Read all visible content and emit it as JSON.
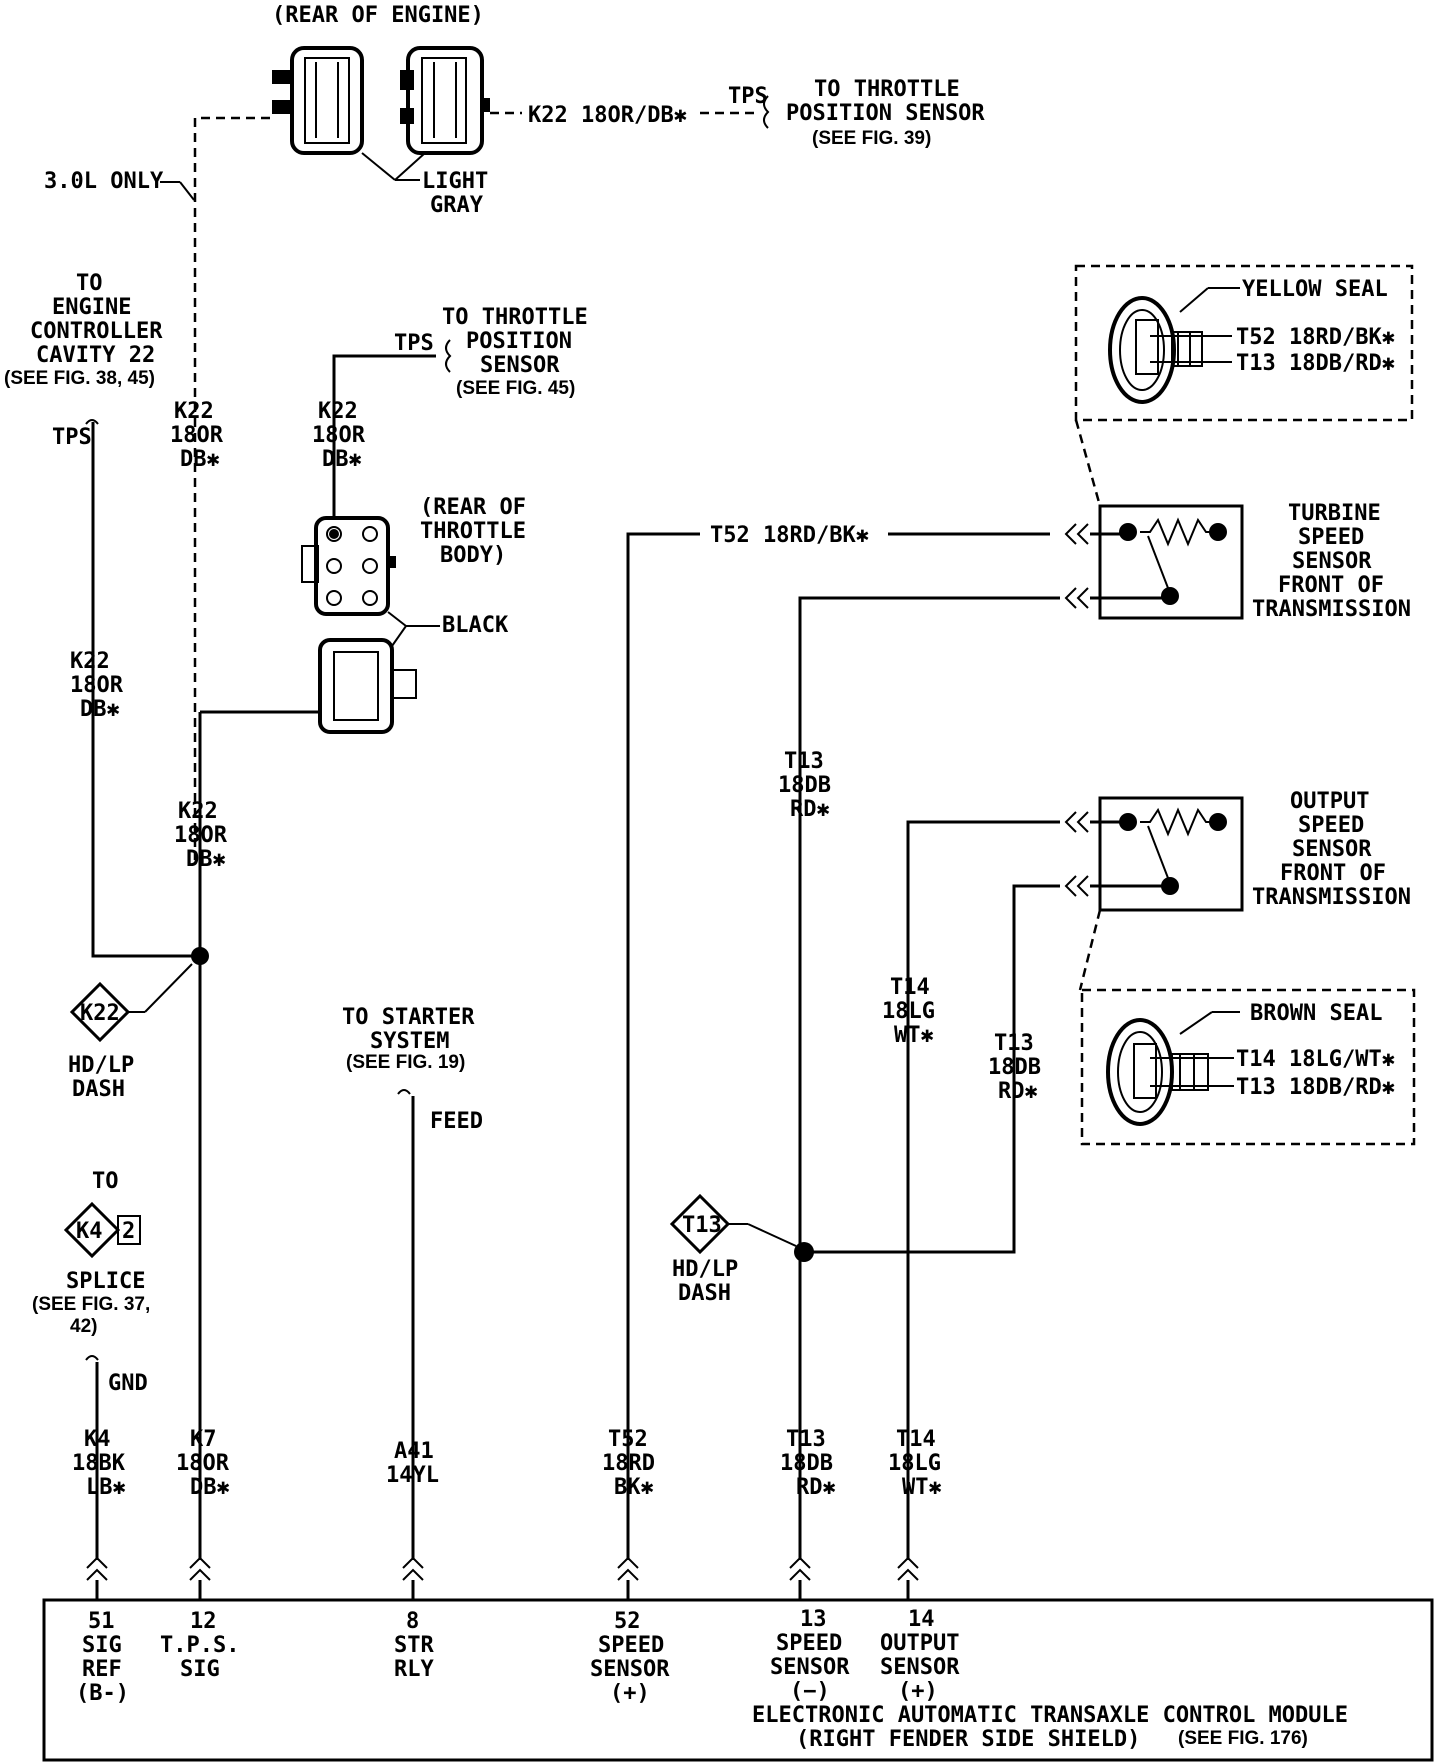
{
  "labels": {
    "rear_of_engine": "(REAR OF ENGINE)",
    "k22_top": "K22  18OR/DB✱",
    "tps_top": "TPS",
    "throttle_top_1": "TO THROTTLE",
    "throttle_top_2": "POSITION SENSOR",
    "throttle_top_3": "(SEE FIG. 39)",
    "light": "LIGHT",
    "gray": "GRAY",
    "only_30l": "3.0L ONLY",
    "engine_ctrl_1": "TO",
    "engine_ctrl_2": "ENGINE",
    "engine_ctrl_3": "CONTROLLER",
    "engine_ctrl_4": "CAVITY 22",
    "engine_ctrl_5": "(SEE FIG. 38, 45)",
    "tps_left": "TPS",
    "tps_mid": "TPS",
    "throttle_mid_1": "TO THROTTLE",
    "throttle_mid_2": "POSITION",
    "throttle_mid_3": "SENSOR",
    "throttle_mid_4": "(SEE FIG. 45)",
    "k22_a_1": "K22",
    "k22_a_2": "18OR",
    "k22_a_3": "DB✱",
    "k22_b_1": "K22",
    "k22_b_2": "18OR",
    "k22_b_3": "DB✱",
    "k22_c_1": "K22",
    "k22_c_2": "18OR",
    "k22_c_3": "DB✱",
    "k22_d_1": "K22",
    "k22_d_2": "18OR",
    "k22_d_3": "DB✱",
    "rear_throttle_1": "(REAR OF",
    "rear_throttle_2": "THROTTLE",
    "rear_throttle_3": "BODY)",
    "black": "BLACK",
    "k22_diamond": "K22",
    "hdlp_1": "HD/LP",
    "hdlp_2": "DASH",
    "to_k42": "TO",
    "k4_diamond": "K4",
    "k4_num": "2",
    "splice_1": "SPLICE",
    "splice_2": "(SEE FIG. 37,",
    "splice_3": "42)",
    "gnd": "GND",
    "starter_1": "TO STARTER",
    "starter_2": "SYSTEM",
    "starter_3": "(SEE FIG. 19)",
    "feed": "FEED",
    "t52_horiz": "T52  18RD/BK✱",
    "yellow_seal": "YELLOW SEAL",
    "ys_t52": "T52  18RD/BK✱",
    "ys_t13": "T13  18DB/RD✱",
    "turbine_1": "TURBINE",
    "turbine_2": "SPEED",
    "turbine_3": "SENSOR",
    "turbine_4": "FRONT OF",
    "turbine_5": "TRANSMISSION",
    "output_1": "OUTPUT",
    "output_2": "SPEED",
    "output_3": "SENSOR",
    "output_4": "FRONT OF",
    "output_5": "TRANSMISSION",
    "t13_a_1": "T13",
    "t13_a_2": "18DB",
    "t13_a_3": "RD✱",
    "t14_a_1": "T14",
    "t14_a_2": "18LG",
    "t14_a_3": "WT✱",
    "t13_b_1": "T13",
    "t13_b_2": "18DB",
    "t13_b_3": "RD✱",
    "brown_seal": "BROWN SEAL",
    "bs_t14": "T14  18LG/WT✱",
    "bs_t13": "T13  18DB/RD✱",
    "t13_diamond": "T13",
    "hdlp2_1": "HD/LP",
    "hdlp2_2": "DASH",
    "bot_k4_1": "K4",
    "bot_k4_2": "18BK",
    "bot_k4_3": "LB✱",
    "bot_k7_1": "K7",
    "bot_k7_2": "18OR",
    "bot_k7_3": "DB✱",
    "bot_a41_1": "A41",
    "bot_a41_2": "14YL",
    "bot_t52_1": "T52",
    "bot_t52_2": "18RD",
    "bot_t52_3": "BK✱",
    "bot_t13_1": "T13",
    "bot_t13_2": "18DB",
    "bot_t13_3": "RD✱",
    "bot_t14_1": "T14",
    "bot_t14_2": "18LG",
    "bot_t14_3": "WT✱",
    "pin51_1": "51",
    "pin51_2": "SIG",
    "pin51_3": "REF",
    "pin51_4": "(B-)",
    "pin12_1": "12",
    "pin12_2": "T.P.S.",
    "pin12_3": "SIG",
    "pin8_1": "8",
    "pin8_2": "STR",
    "pin8_3": "RLY",
    "pin52_1": "52",
    "pin52_2": "SPEED",
    "pin52_3": "SENSOR",
    "pin52_4": "(+)",
    "pin13_1": "13",
    "pin13_2": "SPEED",
    "pin13_3": "SENSOR",
    "pin13_4": "(−)",
    "pin14_1": "14",
    "pin14_2": "OUTPUT",
    "pin14_3": "SENSOR",
    "pin14_4": "(+)",
    "module_1": "ELECTRONIC AUTOMATIC TRANSAXLE CONTROL MODULE",
    "module_2": "(RIGHT FENDER SIDE SHIELD)",
    "module_3": "(SEE FIG. 176)"
  }
}
